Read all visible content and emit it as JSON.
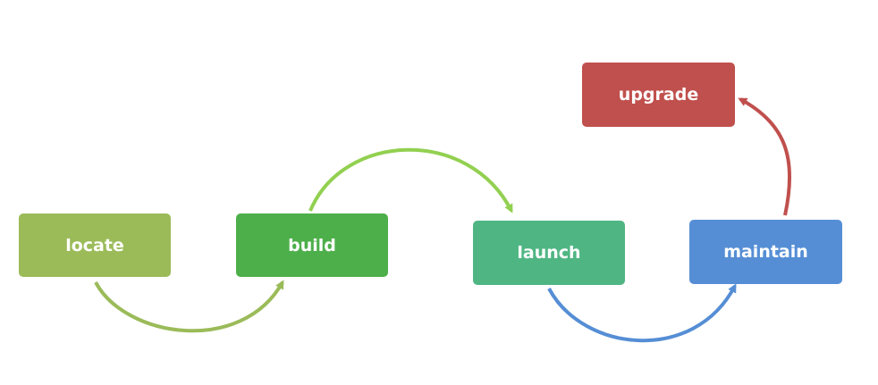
{
  "steps": [
    {
      "id": "locate",
      "label": "locate",
      "color": "#9bbb59"
    },
    {
      "id": "build",
      "label": "build",
      "color": "#4daf4a"
    },
    {
      "id": "launch",
      "label": "launch",
      "color": "#4fb683"
    },
    {
      "id": "maintain",
      "label": "maintain",
      "color": "#558ed5"
    },
    {
      "id": "upgrade",
      "label": "upgrade",
      "color": "#c0504d"
    }
  ],
  "connectors": [
    {
      "from": "locate",
      "to": "build",
      "color": "#9bbb59"
    },
    {
      "from": "build",
      "to": "launch",
      "color": "#92d050"
    },
    {
      "from": "launch",
      "to": "maintain",
      "color": "#558ed5"
    },
    {
      "from": "maintain",
      "to": "upgrade",
      "color": "#c0504d"
    }
  ]
}
